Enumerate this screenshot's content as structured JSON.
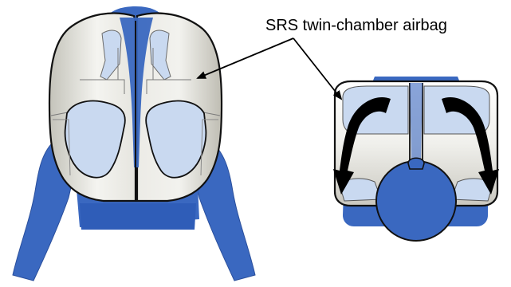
{
  "callout": {
    "label": "SRS twin-chamber airbag"
  },
  "colors": {
    "occupant_blue": "#3a68c0",
    "occupant_blue_dark": "#2c56ac",
    "airbag_light": "#f2f2ee",
    "airbag_shade": "#c7c6be",
    "window_blue": "#c9d9f0",
    "outline": "#111111",
    "arrow": "#000000"
  },
  "views": [
    {
      "name": "front-view",
      "description_shown": false
    },
    {
      "name": "top-view",
      "description_shown": false
    }
  ]
}
